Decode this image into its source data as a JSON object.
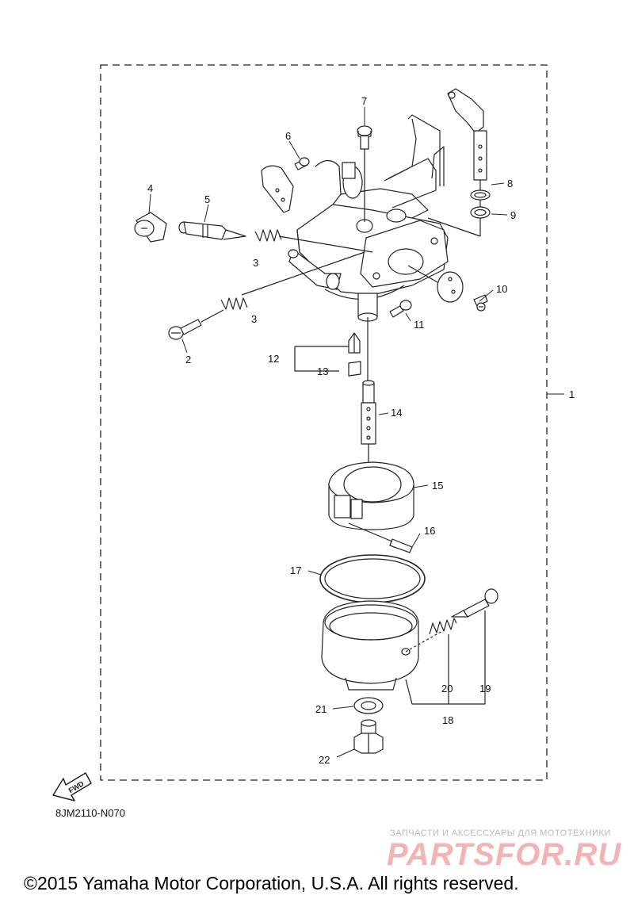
{
  "diagram": {
    "callouts": [
      {
        "id": "c1",
        "label": "1"
      },
      {
        "id": "c2",
        "label": "2"
      },
      {
        "id": "c3a",
        "label": "3"
      },
      {
        "id": "c3b",
        "label": "3"
      },
      {
        "id": "c4",
        "label": "4"
      },
      {
        "id": "c5",
        "label": "5"
      },
      {
        "id": "c6",
        "label": "6"
      },
      {
        "id": "c7",
        "label": "7"
      },
      {
        "id": "c8",
        "label": "8"
      },
      {
        "id": "c9",
        "label": "9"
      },
      {
        "id": "c10",
        "label": "10"
      },
      {
        "id": "c11",
        "label": "11"
      },
      {
        "id": "c12",
        "label": "12"
      },
      {
        "id": "c13",
        "label": "13"
      },
      {
        "id": "c14",
        "label": "14"
      },
      {
        "id": "c15",
        "label": "15"
      },
      {
        "id": "c16",
        "label": "16"
      },
      {
        "id": "c17",
        "label": "17"
      },
      {
        "id": "c18",
        "label": "18"
      },
      {
        "id": "c19",
        "label": "19"
      },
      {
        "id": "c20",
        "label": "20"
      },
      {
        "id": "c21",
        "label": "21"
      },
      {
        "id": "c22",
        "label": "22"
      }
    ],
    "fwd_label": "FWD",
    "diagram_code": "8JM2110-N070"
  },
  "watermark": {
    "subtitle": "ЗАПЧАСТИ И АКСЕССУАРЫ ДЛЯ МОТОТЕХНИКИ",
    "logo": "PARTSFOR.RU"
  },
  "footer": {
    "copyright": "©2015 Yamaha Motor Corporation, U.S.A. All rights reserved."
  }
}
